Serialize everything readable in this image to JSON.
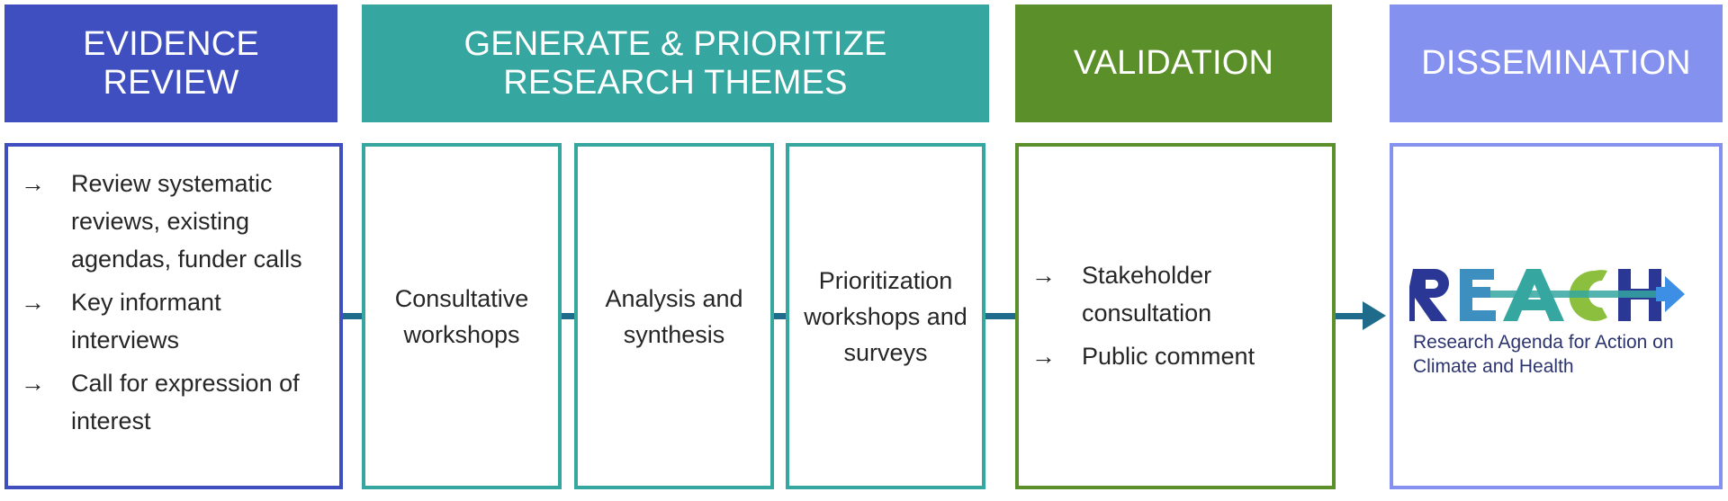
{
  "colors": {
    "evidence": "#3f4fbf",
    "generate": "#35a6a0",
    "validation": "#5b8f2a",
    "dissemination": "#8491ef",
    "connector": "#1f6b8c"
  },
  "headers": {
    "evidence": [
      "EVIDENCE",
      "REVIEW"
    ],
    "generate": [
      "GENERATE & PRIORITIZE",
      "RESEARCH THEMES"
    ],
    "validation": [
      "VALIDATION"
    ],
    "dissemination": [
      "DISSEMINATION"
    ]
  },
  "evidence_box": {
    "items": [
      "Review systematic reviews, existing agendas, funder calls",
      "Key informant interviews",
      "Call for expression of interest"
    ]
  },
  "generate_boxes": [
    "Consultative workshops",
    "Analysis and synthesis",
    "Prioritization workshops and surveys"
  ],
  "validation_box": {
    "items": [
      "Stakeholder consultation",
      "Public comment"
    ]
  },
  "dissemination_box": {
    "logo_text": "REACH",
    "tagline": "Research Agenda for Action on Climate and Health"
  },
  "glyphs": {
    "arrow": "→"
  }
}
